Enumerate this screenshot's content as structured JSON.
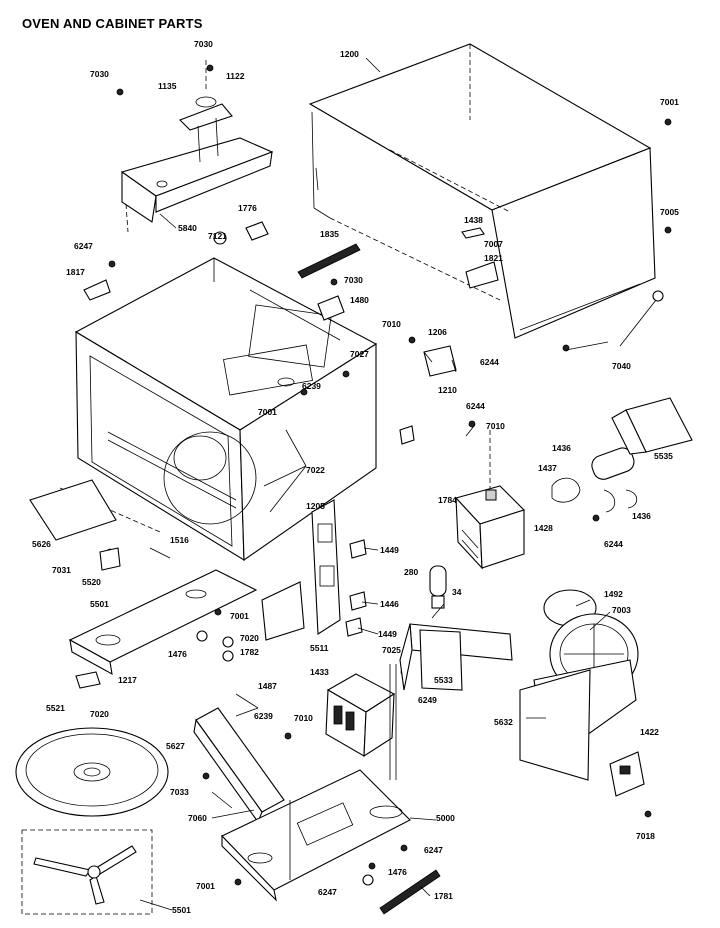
{
  "title": "OVEN AND CABINET PARTS",
  "labels": {
    "p7030a": "7030",
    "p7030b": "7030",
    "p1135": "1135",
    "p1122": "1122",
    "p1200": "1200",
    "p7001a": "7001",
    "p7005": "7005",
    "p5840": "5840",
    "p1776": "1776",
    "p7121": "7121",
    "p6247a": "6247",
    "p1817": "1817",
    "p1835": "1835",
    "p7030c": "7030",
    "p1438": "1438",
    "p7007": "7007",
    "p1821": "1821",
    "p1480": "1480",
    "p7010a": "7010",
    "p1206": "1206",
    "p7040": "7040",
    "p7027": "7027",
    "p6239a": "6239",
    "p6244a": "6244",
    "p1210": "1210",
    "p7001b": "7001",
    "p6244b": "6244",
    "p7010b": "7010",
    "p1436a": "1436",
    "p5535": "5535",
    "p7022": "7022",
    "p1437": "1437",
    "p1784": "1784",
    "p1428": "1428",
    "p1436b": "1436",
    "p5626": "5626",
    "p1516": "1516",
    "p7031": "7031",
    "p1205": "1205",
    "p1449a": "1449",
    "p6244c": "6244",
    "p5520": "5520",
    "p5501": "5501",
    "p7001c": "7001",
    "p280": "280",
    "p34": "34",
    "p1492": "1492",
    "p7003": "7003",
    "p1446": "1446",
    "p1476a": "1476",
    "p7020a": "7020",
    "p1782": "1782",
    "p5511": "5511",
    "p1449b": "1449",
    "p1217": "1217",
    "p1487": "1487",
    "p7025": "7025",
    "p1433": "1433",
    "p5533": "5533",
    "p5521": "5521",
    "p7020b": "7020",
    "p6239b": "6239",
    "p7010c": "7010",
    "p6249": "6249",
    "p5632": "5632",
    "p5627": "5627",
    "p1422": "1422",
    "p7033": "7033",
    "p7060": "7060",
    "p5000": "5000",
    "p7018": "7018",
    "p6247b": "6247",
    "p7001d": "7001",
    "p1476b": "1476",
    "p6247c": "6247",
    "p1781": "1781",
    "p5501b": "5501"
  }
}
